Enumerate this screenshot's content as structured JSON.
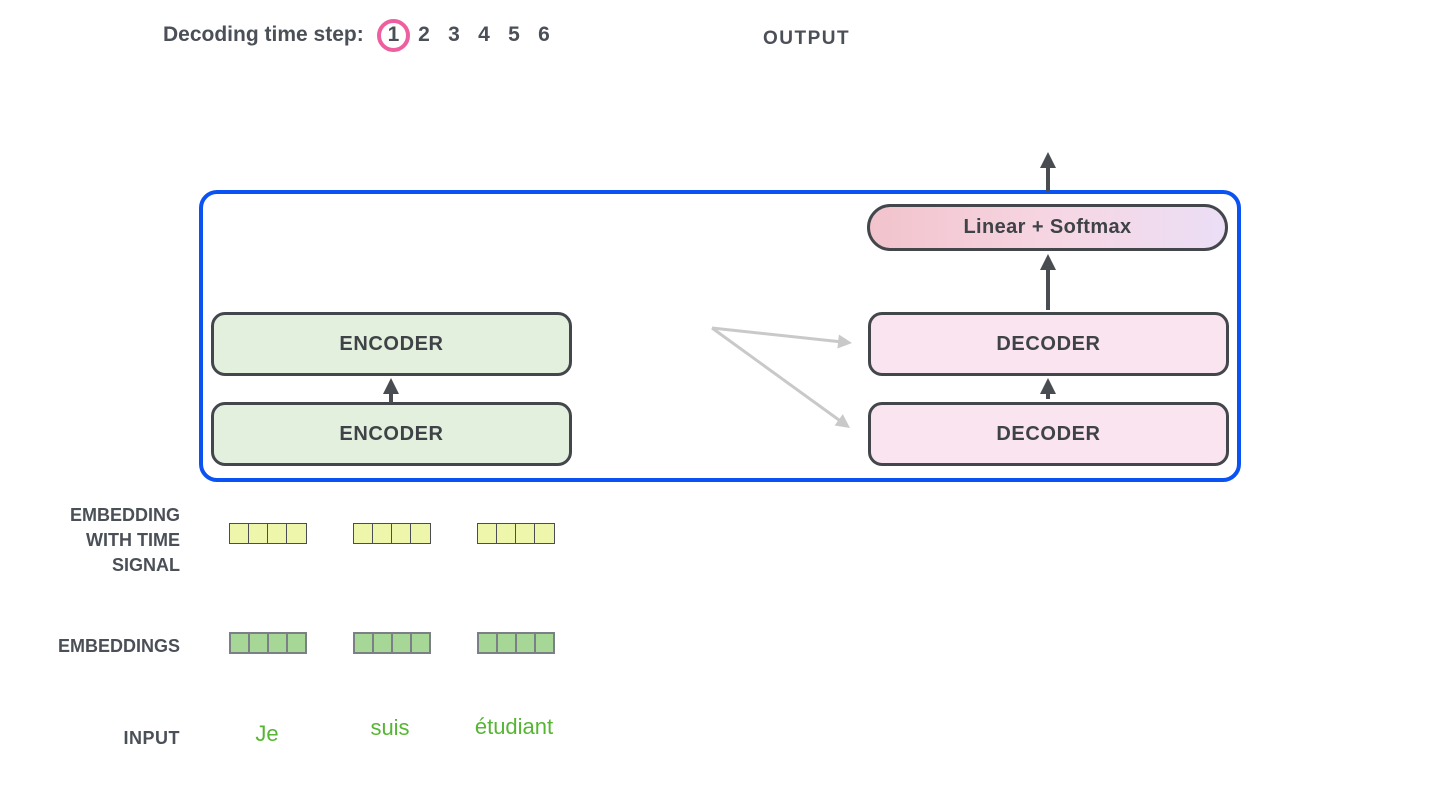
{
  "header": {
    "decoding_label": "Decoding time step:",
    "steps": [
      "1",
      "2",
      "3",
      "4",
      "5",
      "6"
    ],
    "active_step_index": 0,
    "output_label": "OUTPUT"
  },
  "diagram": {
    "encoder_top": "ENCODER",
    "encoder_bottom": "ENCODER",
    "decoder_top": "DECODER",
    "decoder_bottom": "DECODER",
    "linear_softmax": "Linear + Softmax"
  },
  "labels": {
    "embedding_time_line1": "EMBEDDING",
    "embedding_time_line2": "WITH TIME",
    "embedding_time_line3": "SIGNAL",
    "embeddings": "EMBEDDINGS",
    "input": "INPUT"
  },
  "input_tokens": [
    "Je",
    "suis",
    "étudiant"
  ],
  "colors": {
    "accent_blue": "#0b52f2",
    "step_circle_pink": "#ee5fa0",
    "encoder_fill": "#e4f0de",
    "decoder_fill": "#fae4f0",
    "softmax_gradient_left": "#f2c3cc",
    "softmax_gradient_right": "#ebdef6",
    "embedding_yellow": "#eef6ac",
    "embedding_green": "#a6d797",
    "token_green": "#56b634",
    "text_dark": "#4b4f57",
    "box_border": "#43474c",
    "arrow_dark": "#494d52",
    "arrow_gray": "#c9c9c9"
  }
}
